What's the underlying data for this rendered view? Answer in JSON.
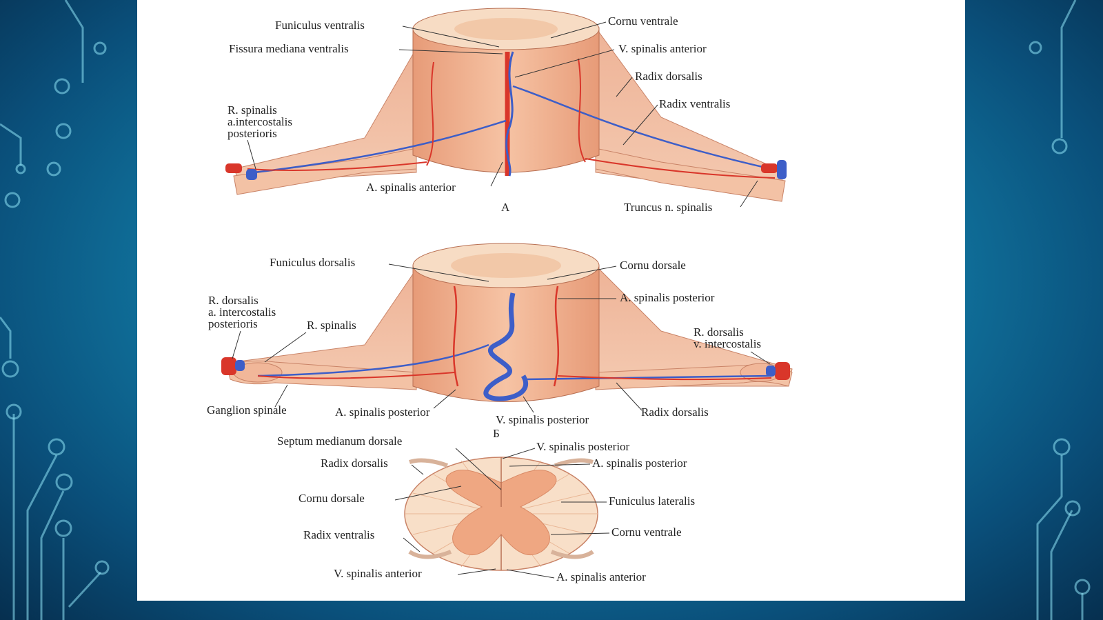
{
  "colors": {
    "background": "#127ea8",
    "background_dark": "#062f4f",
    "circuit": "#8fe3f5",
    "panel": "#ffffff",
    "tissue": "#f2b896",
    "tissue_light": "#f6d2b8",
    "artery": "#d9362a",
    "vein": "#3d5ec8"
  },
  "panels": {
    "a": "А",
    "b": "Б"
  },
  "labels": {
    "a": {
      "funiculus_ventralis": "Funiculus ventralis",
      "fissura_mediana_ventralis": "Fissura mediana ventralis",
      "cornu_ventrale": "Cornu ventrale",
      "v_spinalis_anterior": "V. spinalis anterior",
      "radix_dorsalis": "Radix dorsalis",
      "radix_ventralis": "Radix ventralis",
      "r_spinalis": [
        "R. spinalis",
        "a.intercostalis",
        "posterioris"
      ],
      "a_spinalis_anterior": "A. spinalis anterior",
      "truncus_n_spinalis": "Truncus n. spinalis"
    },
    "b": {
      "funiculus_dorsalis": "Funiculus dorsalis",
      "cornu_dorsale": "Cornu dorsale",
      "a_spinalis_posterior_top": "A. spinalis posterior",
      "r_dorsalis_a": [
        "R. dorsalis",
        "a. intercostalis",
        "posterioris"
      ],
      "r_spinalis": "R. spinalis",
      "r_dorsalis_v": [
        "R. dorsalis",
        "v. intercostalis"
      ],
      "ganglion_spinale": "Ganglion spinale",
      "a_spinalis_posterior_bottom": "A. spinalis posterior",
      "v_spinalis_posterior": "V. spinalis posterior",
      "radix_dorsalis": "Radix dorsalis"
    },
    "c": {
      "septum_medianum_dorsale": "Septum medianum dorsale",
      "v_spinalis_posterior": "V. spinalis posterior",
      "radix_dorsalis": "Radix dorsalis",
      "a_spinalis_posterior": "A. spinalis posterior",
      "cornu_dorsale": "Cornu dorsale",
      "funiculus_lateralis": "Funiculus lateralis",
      "radix_ventralis": "Radix ventralis",
      "cornu_ventrale": "Cornu ventrale",
      "v_spinalis_anterior": "V. spinalis anterior",
      "a_spinalis_anterior": "A. spinalis anterior"
    }
  }
}
